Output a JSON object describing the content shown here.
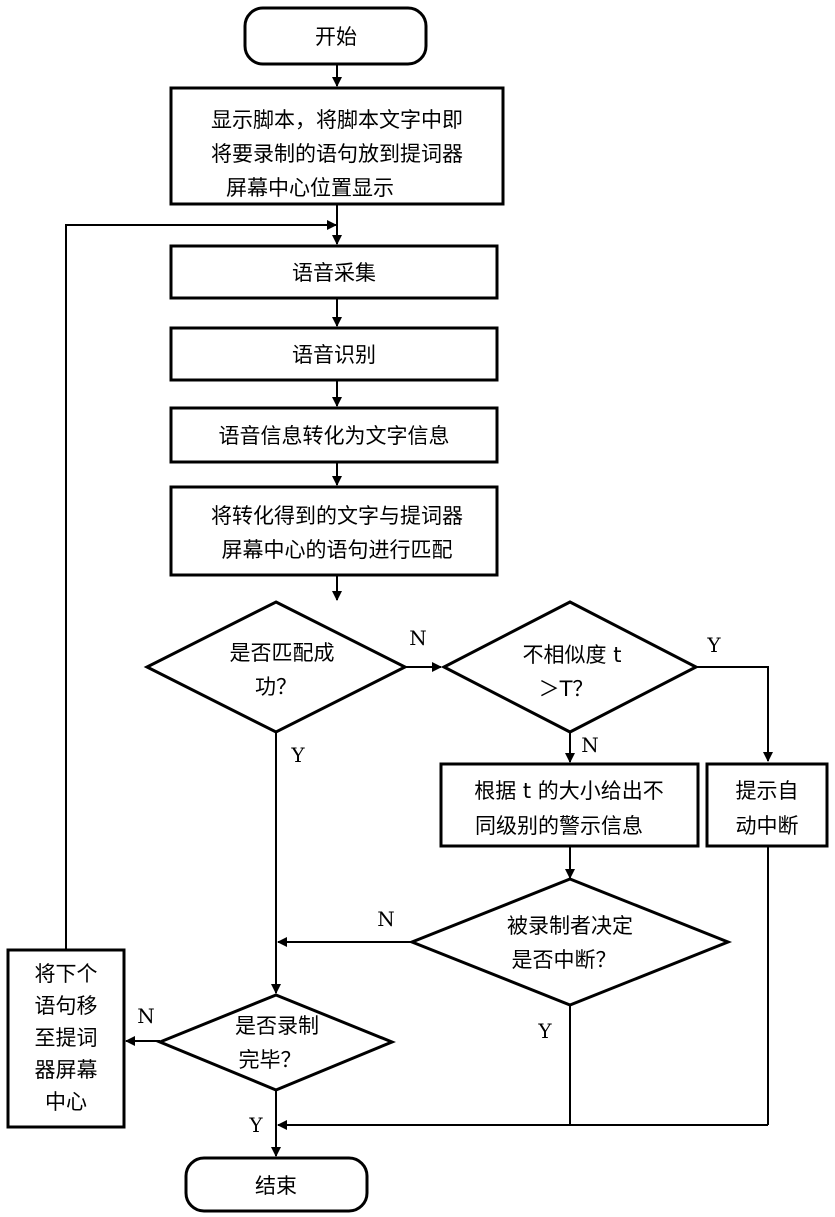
{
  "nodes": {
    "start": {
      "text": "开始"
    },
    "show_script": {
      "lines": [
        "显示脚本，将脚本文字中即",
        "将要录制的语句放到提词器",
        "屏幕中心位置显示"
      ]
    },
    "voice_collect": {
      "text": "语音采集"
    },
    "voice_recognize": {
      "text": "语音识别"
    },
    "voice_to_text": {
      "text": "语音信息转化为文字信息"
    },
    "match": {
      "lines": [
        "将转化得到的文字与提词器",
        "屏幕中心的语句进行匹配"
      ]
    },
    "match_success": {
      "lines": [
        "是否匹配成",
        "功？"
      ]
    },
    "dissimilarity": {
      "lines": [
        "不相似度 t",
        "＞T？"
      ]
    },
    "warning": {
      "lines": [
        "根据 t 的大小给出不",
        "同级别的警示信息"
      ]
    },
    "auto_stop": {
      "lines": [
        "提示自",
        "动中断"
      ]
    },
    "user_decide": {
      "lines": [
        "被录制者决定",
        "是否中断？"
      ]
    },
    "record_done": {
      "lines": [
        "是否录制",
        "完毕？"
      ]
    },
    "next_sentence": {
      "lines": [
        "将下个",
        "语句移",
        "至提词",
        "器屏幕",
        "中心"
      ]
    },
    "end": {
      "text": "结束"
    }
  },
  "edge_labels": {
    "match_no": "N",
    "match_yes": "Y",
    "dissim_yes": "Y",
    "dissim_no": "N",
    "decide_no": "N",
    "decide_yes": "Y",
    "done_no": "N",
    "done_yes": "Y"
  },
  "colors": {
    "stroke": "#000000",
    "fill": "#ffffff"
  }
}
